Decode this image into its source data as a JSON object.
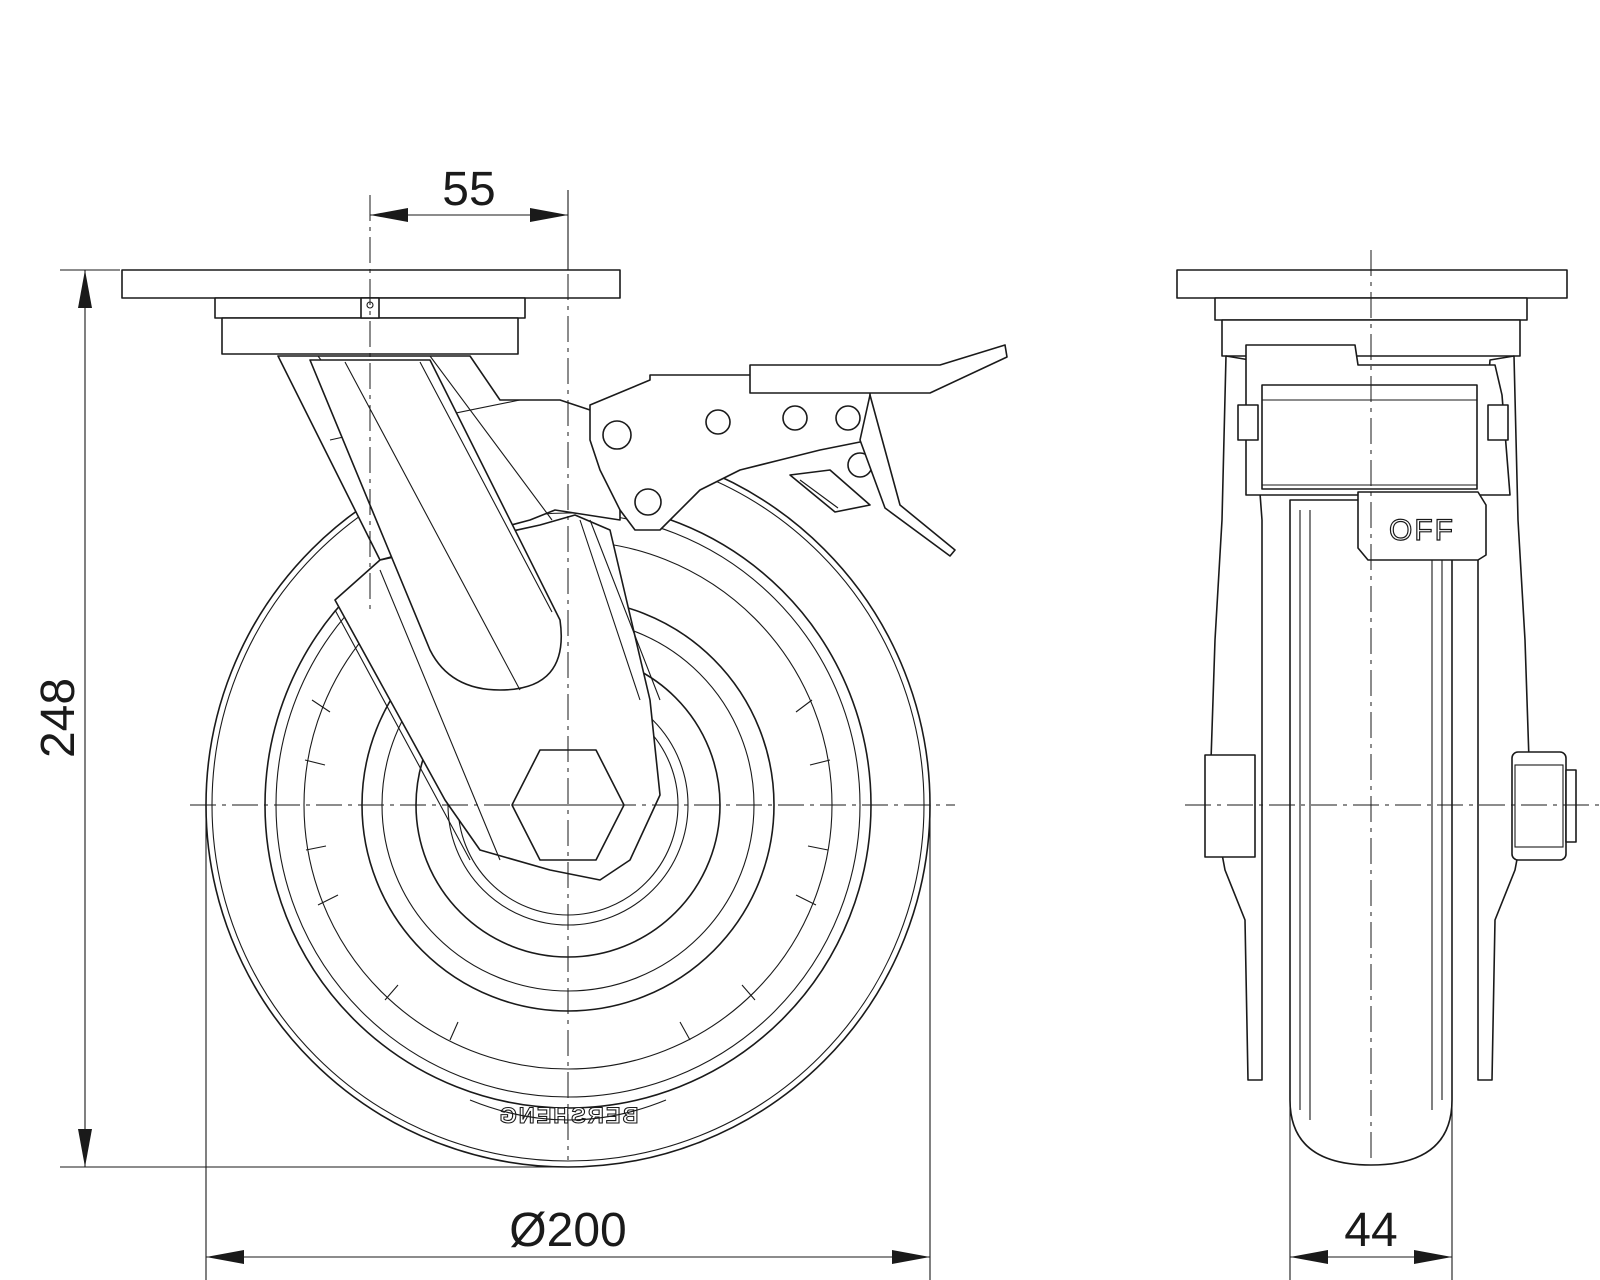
{
  "dimensions": {
    "offset": "55",
    "height": "248",
    "wheel_diameter": "Ø200",
    "wheel_width": "44"
  },
  "labels": {
    "brand": "BERSHENG",
    "brake_state": "OFF"
  }
}
